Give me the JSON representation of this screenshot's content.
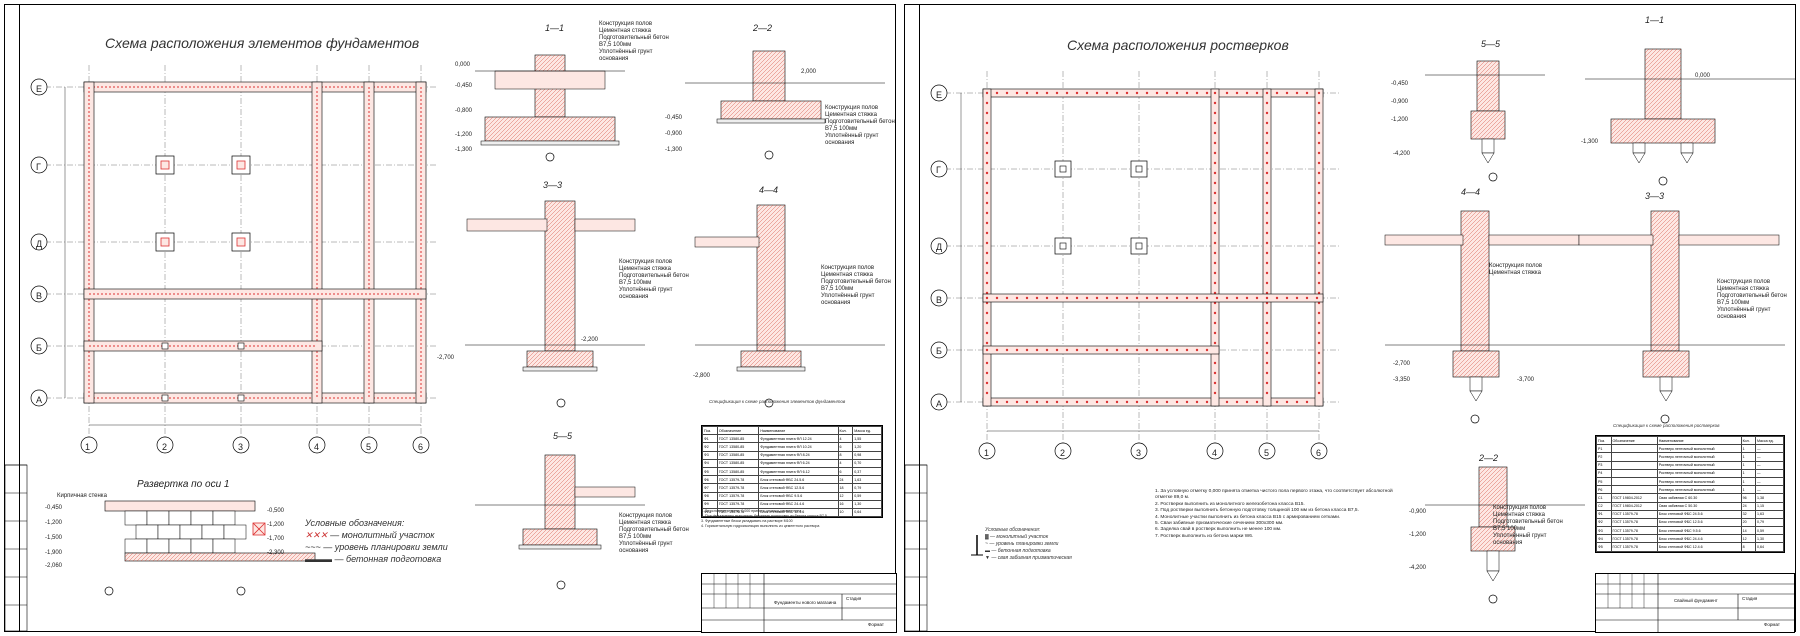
{
  "left_sheet": {
    "title": "Схема расположения элементов фундаментов",
    "axes_rows": [
      "Е",
      "Г",
      "Д",
      "В",
      "Б",
      "А"
    ],
    "axes_cols": [
      "1",
      "2",
      "3",
      "4",
      "5",
      "6"
    ],
    "sections": {
      "s11": "1—1",
      "s22": "2—2",
      "s33": "3—3",
      "s44": "4—4",
      "s55": "5—5"
    },
    "levels": [
      "0,000",
      "-0,450",
      "-0,800",
      "-1,200",
      "-1,300",
      "2,000",
      "-0,450",
      "-0,900",
      "-1,300",
      "-2,200",
      "-2,700",
      "-2,800"
    ],
    "layers": [
      "Конструкция полов",
      "Цементная стяжка",
      "Подготовительный бетон",
      "В7,5 100мм",
      "Уплотнённый грунт основания"
    ],
    "razvertka_title": "Развертка по оси 1",
    "razvertka_levels_left": [
      "-0,450",
      "-1,200",
      "-1,500",
      "-1,900",
      "-2,060"
    ],
    "razvertka_levels_right": [
      "-0,500",
      "-1,200",
      "-1,700",
      "-2,300"
    ],
    "kirpich": "Кирпичная стенка",
    "legend_title": "Условные обозначения:",
    "legend_items": [
      "— монолитный участок",
      "— уровень планировки земли",
      "— бетонная подготовка"
    ],
    "spec_caption": "Спецификация к схеме расположения элементов фундаментов",
    "spec_rows": [
      [
        "Поз.",
        "Обозначение",
        "Наименование",
        "Кол.",
        "Масса ед."
      ],
      [
        "Ф1",
        "ГОСТ 13580-85",
        "Фундаментная плита ФЛ 12.24",
        "4",
        "1,55"
      ],
      [
        "Ф2",
        "ГОСТ 13580-85",
        "Фундаментная плита ФЛ 10.24",
        "6",
        "1,20"
      ],
      [
        "Ф3",
        "ГОСТ 13580-85",
        "Фундаментная плита ФЛ 8.24",
        "8",
        "0,98"
      ],
      [
        "Ф4",
        "ГОСТ 13580-85",
        "Фундаментная плита ФЛ 6.24",
        "4",
        "0,70"
      ],
      [
        "Ф5",
        "ГОСТ 13580-85",
        "Фундаментная плита ФЛ 6.12",
        "6",
        "0,37"
      ],
      [
        "Ф6",
        "ГОСТ 13579-78",
        "Блок стеновой ФБС 24.5.6",
        "24",
        "1,63"
      ],
      [
        "Ф7",
        "ГОСТ 13579-78",
        "Блок стеновой ФБС 12.5.6",
        "18",
        "0,79"
      ],
      [
        "Ф8",
        "ГОСТ 13579-78",
        "Блок стеновой ФБС 9.5.6",
        "12",
        "0,59"
      ],
      [
        "Ф9",
        "ГОСТ 13579-78",
        "Блок стеновой ФБС 24.4.6",
        "16",
        "1,30"
      ],
      [
        "Ф10",
        "ГОСТ 13579-78",
        "Блок стеновой ФБС 12.4.6",
        "10",
        "0,64"
      ]
    ],
    "spec_notes": [
      "1. За условную отметку 0,000 принята отметка чистого пола",
      "2. Под фундаменты выполнить бетонную подготовку из бетона класса В7,5",
      "3. Фундаментные блоки укладывать на растворе М100",
      "4. Горизонтальную гидроизоляцию выполнить из цементного раствора"
    ],
    "stamp_title": "Фундаменты нового магазина",
    "stamp_sheet": "Стадия",
    "stamp_format": "Формат"
  },
  "right_sheet": {
    "title": "Схема расположения ростверков",
    "axes_rows": [
      "Е",
      "Г",
      "Д",
      "В",
      "Б",
      "А"
    ],
    "axes_cols": [
      "1",
      "2",
      "3",
      "4",
      "5",
      "6"
    ],
    "sections": {
      "s55": "5—5",
      "s11": "1—1",
      "s44": "4—4",
      "s33": "3—3",
      "s22": "2—2"
    },
    "levels": [
      "0,000",
      "-0,450",
      "-0,900",
      "-1,200",
      "-1,300",
      "-4,200",
      "-2,700",
      "-3,350",
      "-3,700",
      "-0,900",
      "-1,200",
      "-4,200"
    ],
    "legend_title": "Условные обозначения:",
    "legend_items": [
      "— монолитный участок",
      "— уровень планировки земли",
      "— бетонная подготовка",
      "— свая забивная призматическая"
    ],
    "notes": [
      "1. За условную отметку 0,000 принята отметка чистого пола первого этажа, что соответствует абсолютной отметке 89,0 м.",
      "2. Ростверки выполнить из монолитного железобетона класса В15.",
      "3. Под ростверки выполнить бетонную подготовку толщиной 100 мм из бетона класса В7,5.",
      "4. Монолитные участки выполнить из бетона класса В15 с армированием сетками.",
      "5. Сваи забивные призматические сечением 300х300 мм.",
      "6. Заделка свай в ростверк выполнить не менее 100 мм.",
      "7. Ростверк выполнить из бетона марки W6."
    ],
    "spec_caption": "Спецификация к схеме расположения ростверков",
    "spec_rows": [
      [
        "Поз.",
        "Обозначение",
        "Наименование",
        "Кол.",
        "Масса ед."
      ],
      [
        "Р1",
        "",
        "Ростверк ленточный монолитный",
        "1",
        "—"
      ],
      [
        "Р2",
        "",
        "Ростверк ленточный монолитный",
        "1",
        "—"
      ],
      [
        "Р3",
        "",
        "Ростверк ленточный монолитный",
        "1",
        "—"
      ],
      [
        "Р4",
        "",
        "Ростверк ленточный монолитный",
        "1",
        "—"
      ],
      [
        "Р5",
        "",
        "Ростверк ленточный монолитный",
        "1",
        "—"
      ],
      [
        "Р6",
        "",
        "Ростверк ленточный монолитный",
        "1",
        "—"
      ],
      [
        "С1",
        "ГОСТ 19804-2012",
        "Свая забивная С 60.30",
        "96",
        "1,38"
      ],
      [
        "С2",
        "ГОСТ 19804-2012",
        "Свая забивная С 50.30",
        "24",
        "1,15"
      ],
      [
        "Ф1",
        "ГОСТ 13579-78",
        "Блок стеновой ФБС 24.5.6",
        "32",
        "1,63"
      ],
      [
        "Ф2",
        "ГОСТ 13579-78",
        "Блок стеновой ФБС 12.5.6",
        "20",
        "0,79"
      ],
      [
        "Ф3",
        "ГОСТ 13579-78",
        "Блок стеновой ФБС 9.5.6",
        "14",
        "0,59"
      ],
      [
        "Ф4",
        "ГОСТ 13579-78",
        "Блок стеновой ФБС 24.4.6",
        "12",
        "1,30"
      ],
      [
        "Ф5",
        "ГОСТ 13579-78",
        "Блок стеновой ФБС 12.4.6",
        "8",
        "0,64"
      ]
    ],
    "stamp_title": "Свайный фундамент",
    "stamp_sheet": "Стадия",
    "stamp_format": "Формат"
  }
}
